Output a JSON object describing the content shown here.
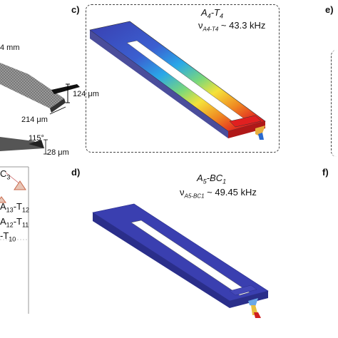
{
  "left": {
    "dim_mm": "4 mm",
    "dim_height": "124 μm",
    "dim_width": "214 μm",
    "angle": "115°",
    "thickness": "28 μm",
    "tri_top": "C",
    "tri_top_sub": "3",
    "list": [
      {
        "a": "A",
        "as": "13",
        "sep": "-T",
        "ts": "12"
      },
      {
        "a": "A",
        "as": "12",
        "sep": "-T",
        "ts": "11"
      },
      {
        "a": "",
        "as": "",
        "sep": "-T",
        "ts": "10"
      }
    ]
  },
  "panel_c": {
    "label": "c)",
    "mode_main": "A",
    "mode_sub": "4",
    "mode_sep": "-T",
    "mode_sub2": "4",
    "nu": "ν",
    "nu_sub": "A4-T4",
    "freq": "~ 43.3 kHz"
  },
  "panel_d": {
    "label": "d)",
    "mode_main": "A",
    "mode_sub": "5",
    "mode_sep": "-BC",
    "mode_sub2": "1",
    "nu": "ν",
    "nu_sub": "A5-BC1",
    "freq": "~ 49.45 kHz"
  },
  "panel_e": {
    "label": "e)"
  },
  "panel_f": {
    "label": "f)"
  },
  "colors": {
    "blue": "#3a3fb0",
    "blue_dark": "#2a2e8a",
    "red": "#e02020"
  }
}
